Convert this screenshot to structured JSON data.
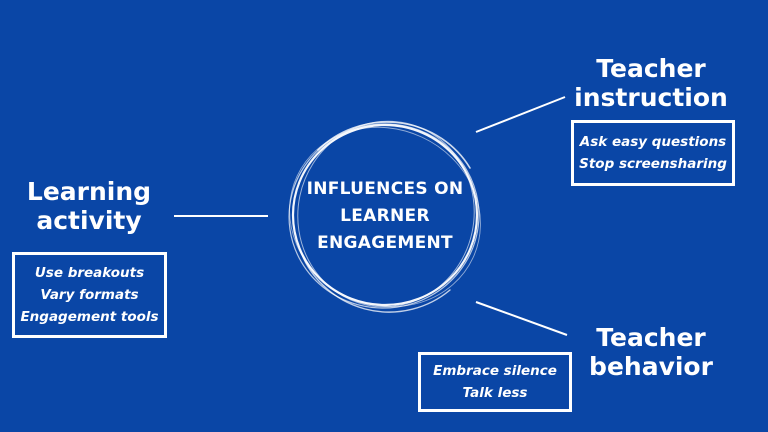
{
  "center": {
    "lines": [
      "INFLUENCES ON",
      "LEARNER",
      "ENGAGEMENT"
    ]
  },
  "nodes": {
    "teacher_instruction": {
      "title": [
        "Teacher",
        "instruction"
      ],
      "items": [
        "Ask easy questions",
        "Stop screensharing"
      ]
    },
    "learning_activity": {
      "title": [
        "Learning",
        "activity"
      ],
      "items": [
        "Use breakouts",
        "Vary formats",
        "Engagement tools"
      ]
    },
    "teacher_behavior": {
      "title": [
        "Teacher",
        "behavior"
      ],
      "items": [
        "Embrace silence",
        "Talk less"
      ]
    }
  },
  "colors": {
    "background": "#0a46a6",
    "foreground": "#ffffff"
  }
}
